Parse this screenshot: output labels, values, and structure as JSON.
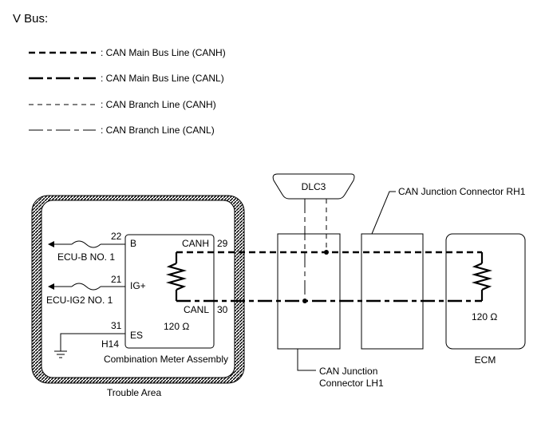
{
  "title": "V Bus:",
  "legend": [
    {
      "label": ": CAN Main Bus Line (CANH)",
      "style": "main-dashed"
    },
    {
      "label": ": CAN Main Bus Line (CANL)",
      "style": "main-dashdot"
    },
    {
      "label": ": CAN Branch Line (CANH)",
      "style": "branch-dashed"
    },
    {
      "label": ": CAN Branch Line (CANL)",
      "style": "branch-dashdot"
    }
  ],
  "dlc3": "DLC3",
  "junction_rh1": "CAN Junction Connector RH1",
  "junction_lh1_line1": "CAN Junction",
  "junction_lh1_line2": "Connector LH1",
  "ecm": {
    "name": "ECM",
    "resistor": "120 Ω"
  },
  "meter": {
    "name": "Combination Meter Assembly",
    "connector": "H14",
    "resistor": "120 Ω",
    "pins": {
      "b_num": "22",
      "b_label": "B",
      "ig_num": "21",
      "ig_label": "IG+",
      "es_num": "31",
      "es_label": "ES",
      "canh_label": "CANH",
      "canh_num": "29",
      "canl_label": "CANL",
      "canl_num": "30"
    },
    "fuse_b": "ECU-B NO. 1",
    "fuse_ig": "ECU-IG2 NO. 1"
  },
  "trouble_area": "Trouble Area"
}
